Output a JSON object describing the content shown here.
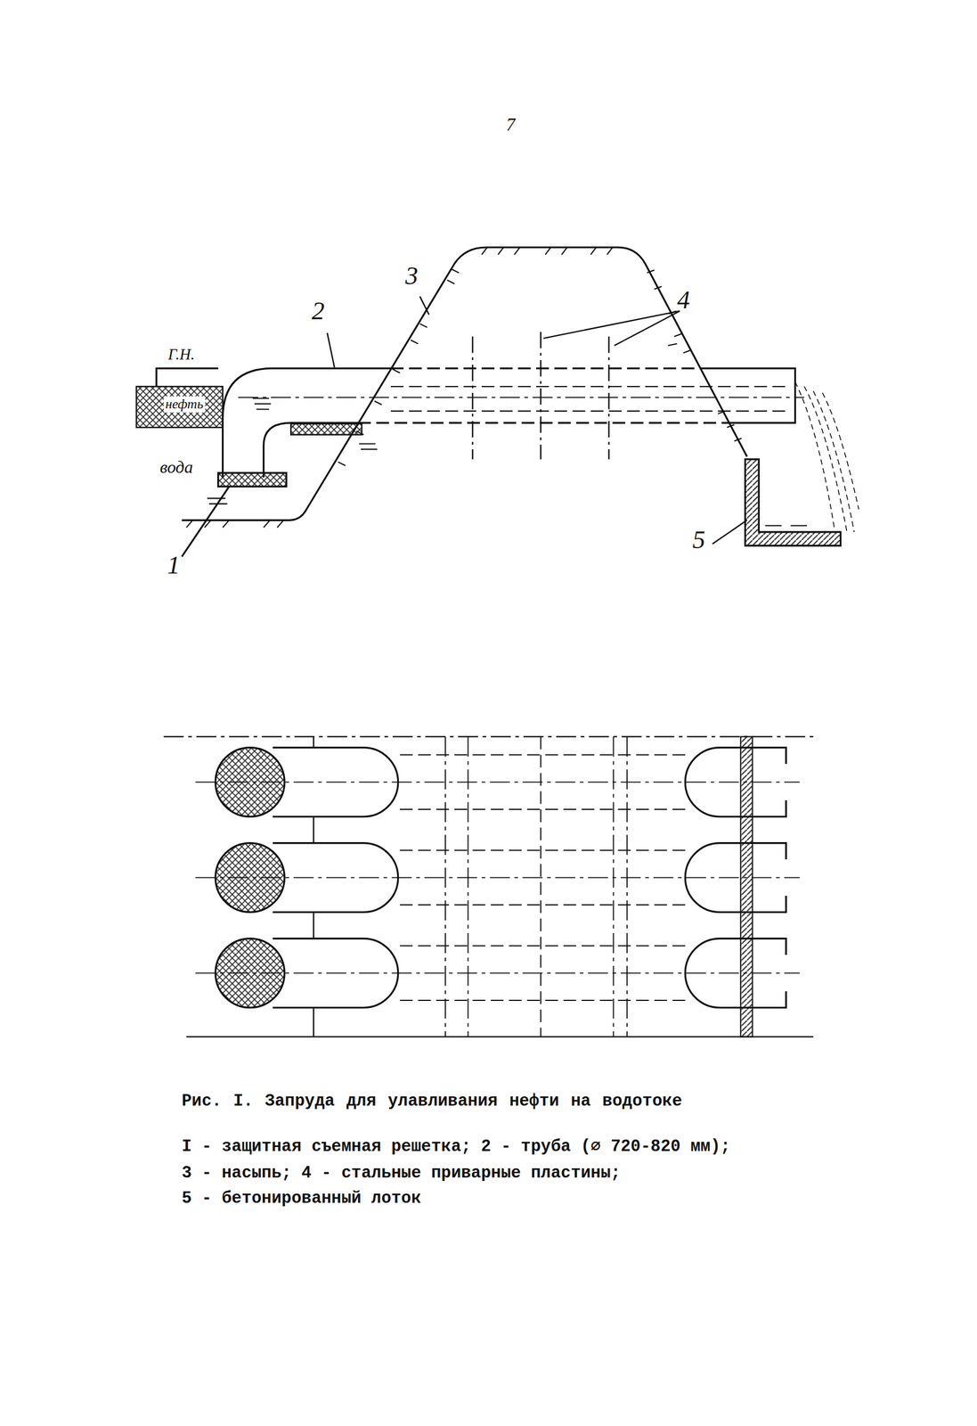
{
  "diagram": {
    "caption": "Рис. I. Запруда для улавливания нефти на водотоке",
    "labels": [
      "7",
      "Г.Н.",
      "нефть",
      "вода",
      "1",
      "2",
      "3",
      "4",
      "5",
      "I - защитная съемная решетка; 2 - труба (⌀ 720-820 мм);",
      "3 - насыпь; 4 - стальные приварные пластины;",
      "5 - бетонированный лоток"
    ]
  }
}
